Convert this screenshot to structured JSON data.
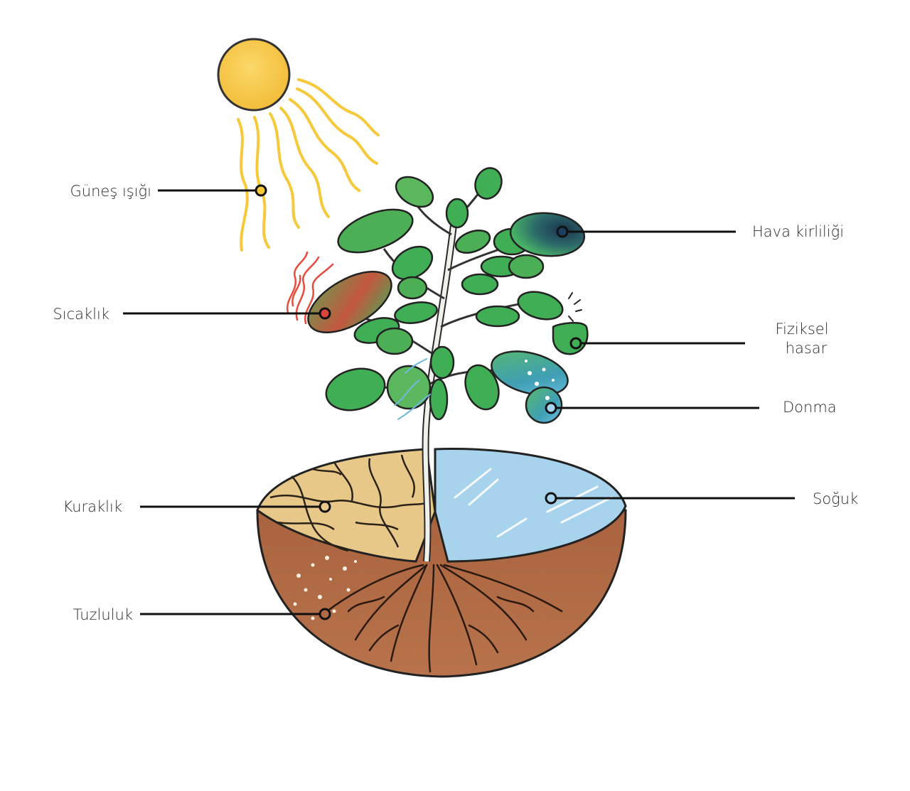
{
  "labels": {
    "sunlight": "Güneş ışığı",
    "heat": "Sıcaklık",
    "drought": "Kuraklık",
    "salinity": "Tuzluluk",
    "air_pollution": "Hava kirliliği",
    "physical_damage_line1": "Fiziksel",
    "physical_damage_line2": "hasar",
    "frost": "Donma",
    "cold": "Soğuk"
  },
  "colors": {
    "sun": "#f6c544",
    "sun_rays": "#f5c93a",
    "leaf": "#3fae55",
    "leaf_dark": "#2e8c43",
    "soil": "#b06a45",
    "dry_soil": "#e9c98a",
    "water": "#a8d3ec",
    "pollution": "#1c3f5e",
    "heat_waves": "#e84b3c",
    "line": "#111111"
  },
  "icons": [
    "sun-icon",
    "plant-illustration",
    "pot-illustration"
  ]
}
